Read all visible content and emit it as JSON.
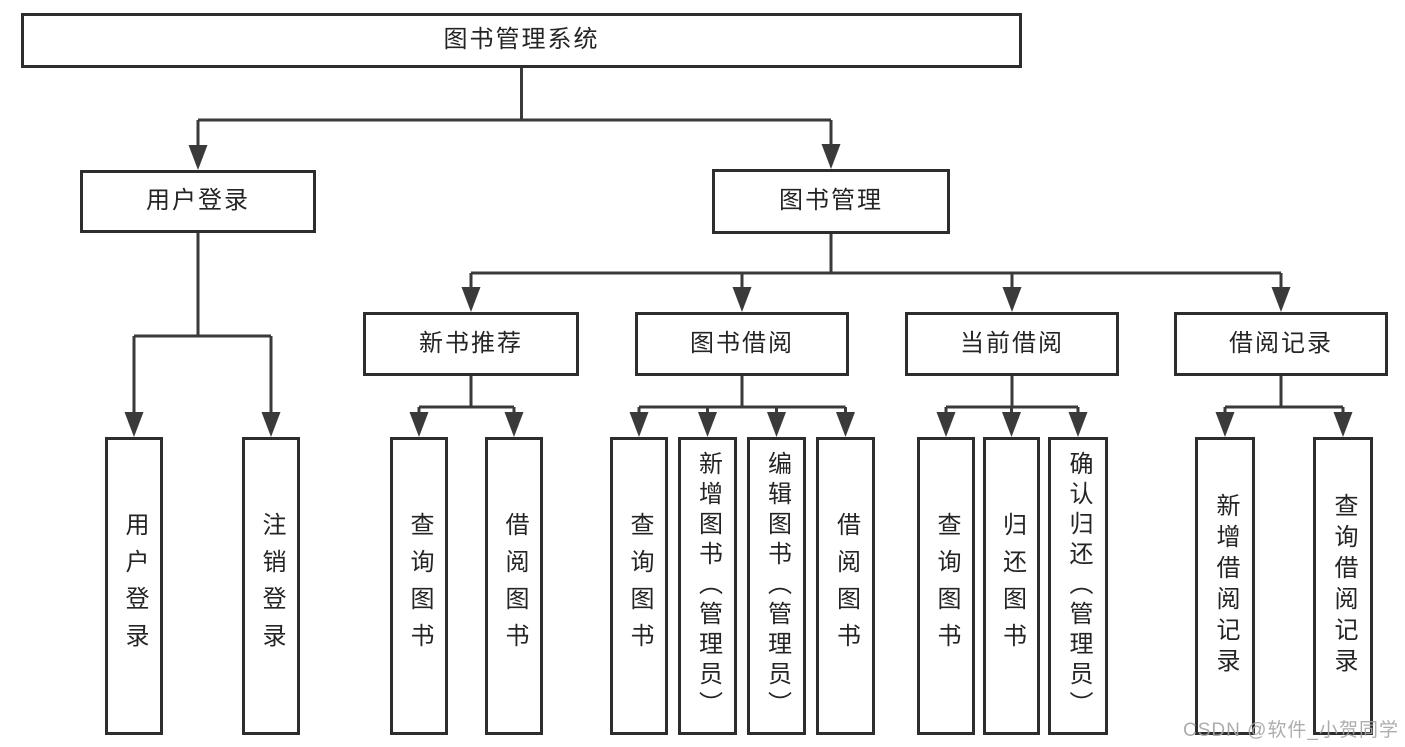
{
  "diagram": {
    "root": {
      "label": "图书管理系统"
    },
    "children": [
      {
        "label": "用户登录",
        "children": [
          {
            "label": "用户登录"
          },
          {
            "label": "注销登录"
          }
        ]
      },
      {
        "label": "图书管理",
        "children": [
          {
            "label": "新书推荐",
            "children": [
              {
                "label": "查询图书"
              },
              {
                "label": "借阅图书"
              }
            ]
          },
          {
            "label": "图书借阅",
            "children": [
              {
                "label": "查询图书"
              },
              {
                "label": "新增图书（管理员）"
              },
              {
                "label": "编辑图书（管理员）"
              },
              {
                "label": "借阅图书"
              }
            ]
          },
          {
            "label": "当前借阅",
            "children": [
              {
                "label": "查询图书"
              },
              {
                "label": "归还图书"
              },
              {
                "label": "确认归还（管理员）"
              }
            ]
          },
          {
            "label": "借阅记录",
            "children": [
              {
                "label": "新增借阅记录"
              },
              {
                "label": "查询借阅记录"
              }
            ]
          }
        ]
      }
    ]
  },
  "watermark": {
    "text": "CSDN @软件_小贺同学"
  },
  "colors": {
    "background": "#ffffff",
    "box_border": "#2d2d2d",
    "connector": "#3a3a3a",
    "label_text": "#242424",
    "watermark_text": "#a4a4a4"
  }
}
